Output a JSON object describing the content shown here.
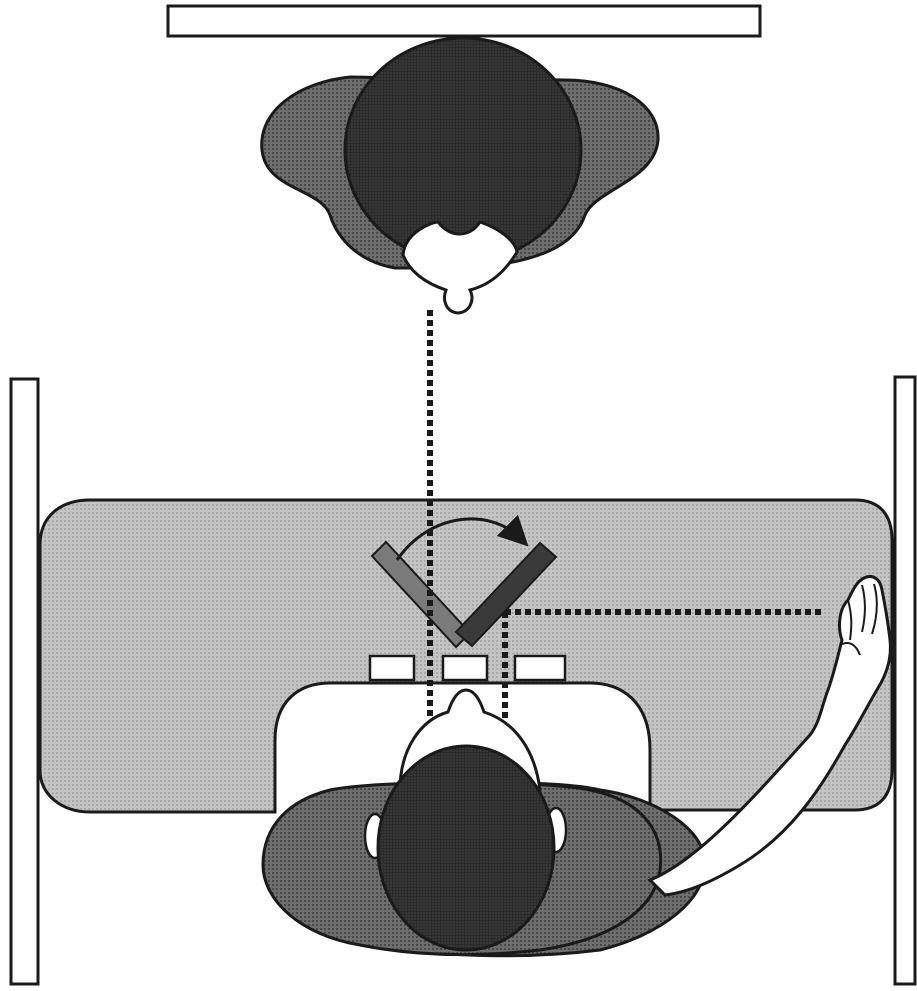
{
  "diagram": {
    "colors": {
      "outline": "#1a1a1a",
      "table": "#bdbdbd",
      "shoulders": "#7c7c7c",
      "hair": "#2b2b2b",
      "skin": "#ffffff",
      "dotted_line": "#1a1a1a",
      "background": "#ffffff"
    },
    "elements": [
      "top-bar",
      "top-person",
      "desk",
      "angled-board",
      "rotation-arrow",
      "bottom-person",
      "raised-hand",
      "left-wall",
      "right-wall",
      "sightlines"
    ]
  }
}
